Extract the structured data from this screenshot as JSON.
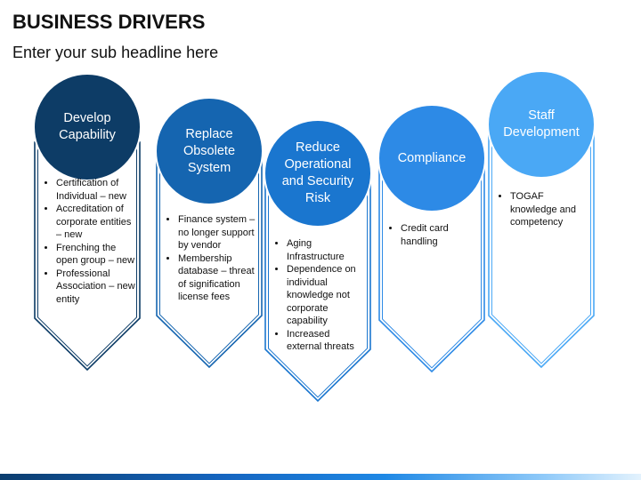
{
  "header": {
    "title": "BUSINESS DRIVERS",
    "subtitle": "Enter your sub headline here"
  },
  "colors": {
    "c1": "#0d3c66",
    "c2": "#1565b0",
    "c3": "#1a76cf",
    "c4": "#2d8ae6",
    "c5": "#4aa8f5"
  },
  "drivers": [
    {
      "label": [
        "Develop",
        "Capability"
      ],
      "bullets": [
        "Certification of Individual – new",
        "Accreditation of corporate entities – new",
        "Frenching the open group – new",
        "Professional Association – new entity"
      ]
    },
    {
      "label": [
        "Replace",
        "Obsolete",
        "System"
      ],
      "bullets": [
        "Finance system – no longer support by vendor",
        "Membership database – threat of signification license fees"
      ]
    },
    {
      "label": [
        "Reduce",
        "Operational",
        "and Security",
        "Risk"
      ],
      "bullets": [
        "Aging Infrastructure",
        "Dependence on individual knowledge not corporate capability",
        "Increased external threats"
      ]
    },
    {
      "label": [
        "Compliance"
      ],
      "bullets": [
        "Credit card handling"
      ]
    },
    {
      "label": [
        "Staff",
        "Development"
      ],
      "bullets": [
        "TOGAF knowledge and competency"
      ]
    }
  ]
}
